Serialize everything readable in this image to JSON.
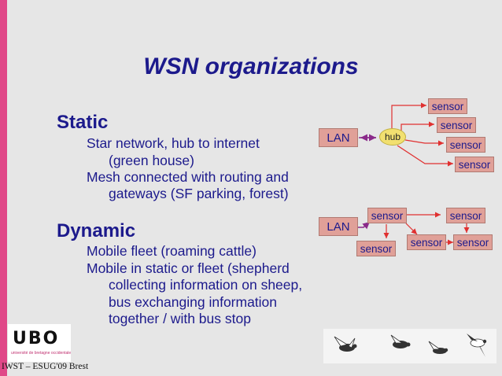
{
  "title": "WSN organizations",
  "static": {
    "heading": "Static",
    "lines": [
      "Star network, hub to internet",
      "(green house)",
      "Mesh connected with routing and",
      "gateways (SF parking, forest)"
    ]
  },
  "dynamic": {
    "heading": "Dynamic",
    "lines": [
      "Mobile fleet (roaming cattle)",
      "Mobile in static or fleet (shepherd",
      "collecting information on sheep,",
      "bus exchanging information",
      "together / with bus stop"
    ]
  },
  "star_diagram": {
    "lan": "LAN",
    "hub": "hub",
    "sensors": [
      "sensor",
      "sensor",
      "sensor",
      "sensor"
    ]
  },
  "mesh_diagram": {
    "lan": "LAN",
    "sensors": [
      "sensor",
      "sensor",
      "sensor",
      "sensor",
      "sensor"
    ]
  },
  "logo": {
    "text": "UBO",
    "subtitle": "université de bretagne occidentale"
  },
  "footer": "IWST – ESUG'09 Brest",
  "colors": {
    "text": "#1c1a8c",
    "accent": "#e04888",
    "node": "#e0a098",
    "hub": "#f2e070"
  }
}
